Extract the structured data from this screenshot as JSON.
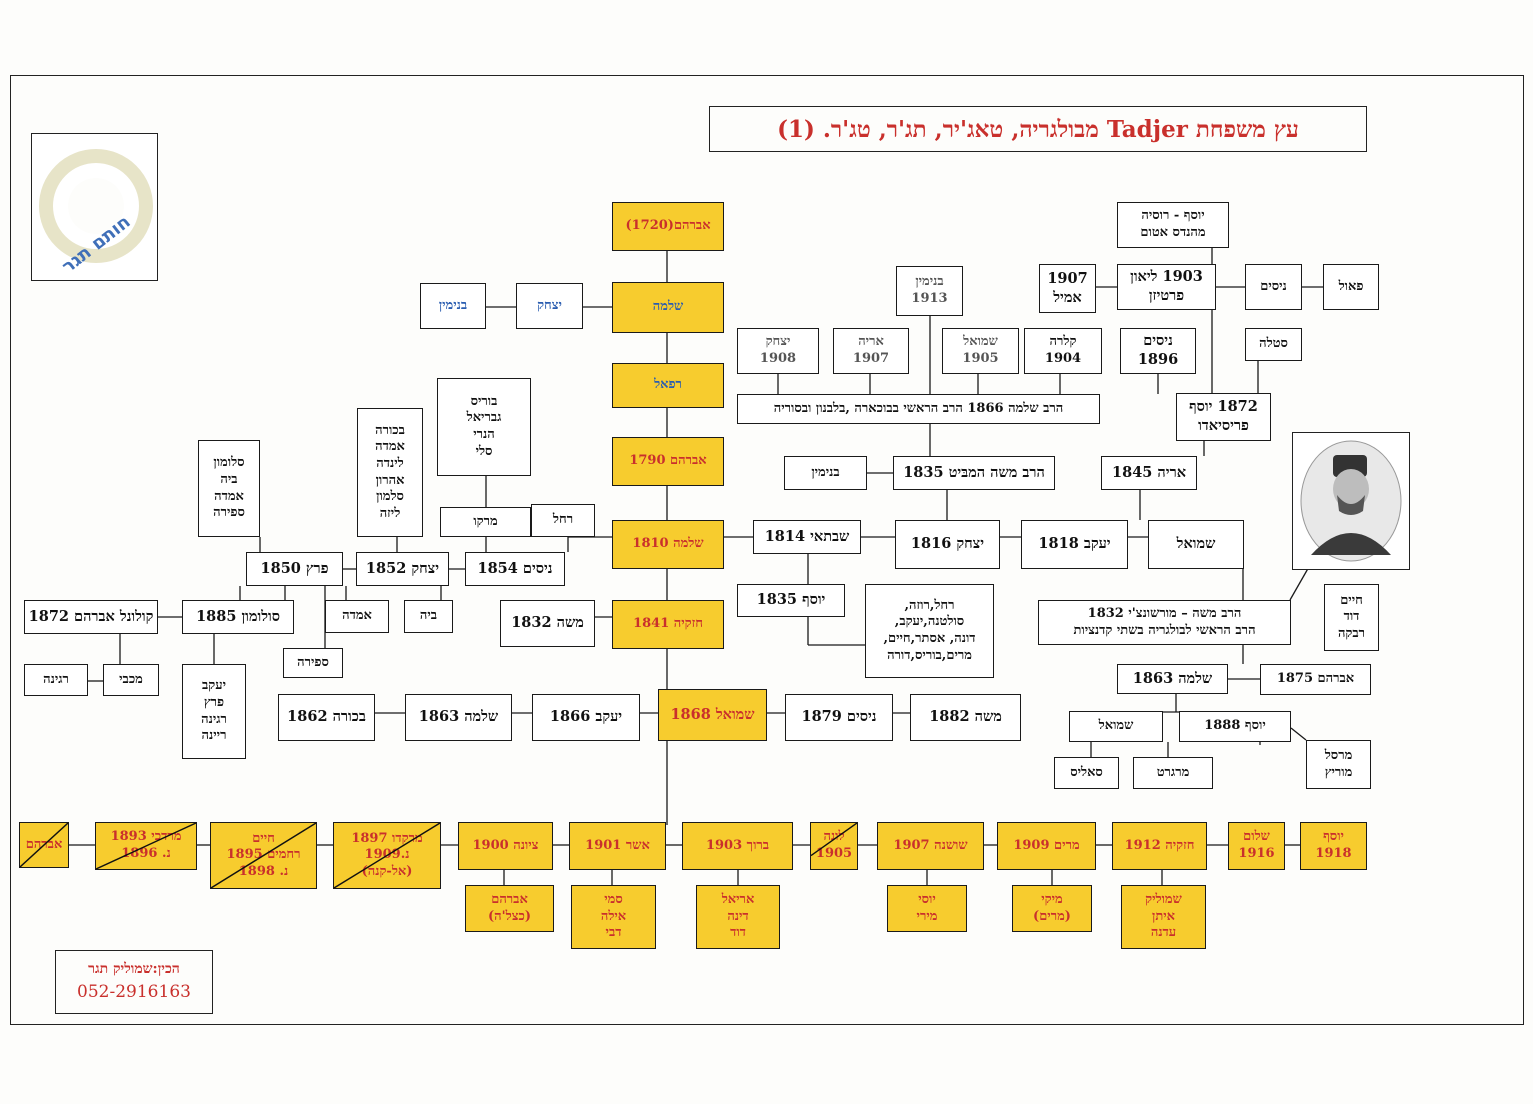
{
  "title": "עץ משפחת Tadjer מבולגריה, טאג'יר, תג'ר, טג'ר. (1)",
  "stamp_text": "חותם תגר",
  "credit": {
    "label": "הכין:שמוליק תגר",
    "phone": "052-2916163"
  },
  "nodes": {
    "avraham1720": [
      "אברהם(1720)"
    ],
    "shlomo_a": [
      "שלמה"
    ],
    "yitzhak_a": [
      "יצחק"
    ],
    "binyamin_a": [
      "בנימין"
    ],
    "refael": [
      "רפאל"
    ],
    "avraham1790": [
      "אברהם 1790"
    ],
    "shlomo1810": [
      "שלמה 1810"
    ],
    "hizkia1841": [
      "חזקיה 1841"
    ],
    "shmuel1868": [
      "שמואל 1868"
    ],
    "rahel": [
      "רחל"
    ],
    "marko": [
      "מרקו"
    ],
    "boris_list": [
      "בוריס",
      "גבריאל",
      "הנרי",
      "סלי"
    ],
    "bekhora_list": [
      "בכורה",
      "אמדה",
      "לינדה",
      "אהרון",
      "סלמון",
      "ליזה"
    ],
    "solomon_list": [
      "סלומון",
      "ביה",
      "אמדה",
      "ספירה"
    ],
    "nisim1854": [
      "ניסים 1854"
    ],
    "yitzhak1852": [
      "יצחק 1852"
    ],
    "peretz1850": [
      "פרץ 1850"
    ],
    "bia": [
      "ביה"
    ],
    "amada": [
      "אמדה"
    ],
    "sapira": [
      "ספירה"
    ],
    "solomon1885": [
      "סולומון 1885"
    ],
    "colonel1872": [
      "קולונל אברהם 1872"
    ],
    "makabi": [
      "מכבי"
    ],
    "regina": [
      "רגינה"
    ],
    "yaakov_list": [
      "יעקב",
      "פרץ",
      "רגינה",
      "ריינה"
    ],
    "moshe1832": [
      "משה 1832"
    ],
    "shabtai1814": [
      "שבתאי 1814"
    ],
    "yosef1835": [
      "יוסף 1835"
    ],
    "rahel_list": [
      "רחל,רוזה,",
      "סולטנה,יעקב,",
      "דונה, אסתר,חיים,",
      "מרים,בוריס,דורה"
    ],
    "yitzhak1816": [
      "יצחק 1816"
    ],
    "yaakov1818": [
      "יעקב 1818"
    ],
    "shmuel_r": [
      "שמואל"
    ],
    "rav_moshe1835": [
      "הרב משה המבּיט 1835"
    ],
    "binyamin_r": [
      "בנימין"
    ],
    "arye1845": [
      "אריה 1845"
    ],
    "rav_shlomo1866": [
      "הרב שלמה 1866 הרב הראשי בבוכארה ,בלבנון ובסוריה"
    ],
    "yitzhak1908": [
      "יצחק",
      "1908"
    ],
    "arye1907": [
      "אריה",
      "1907"
    ],
    "shmuel1905": [
      "שמואל",
      "1905"
    ],
    "klara1904": [
      "קלרה",
      "1904"
    ],
    "nisim1896": [
      "ניסים",
      "1896"
    ],
    "binyamin1913": [
      "בנימין",
      "1913"
    ],
    "yosef1872": [
      "1872 יוסף",
      "פריסיאדו"
    ],
    "stella": [
      "סטלה"
    ],
    "emil1907": [
      "1907",
      "אמיל"
    ],
    "leon1903": [
      "1903 ליאון",
      "פרטיזן"
    ],
    "nisim_r": [
      "ניסים"
    ],
    "paul": [
      "פאול"
    ],
    "yosef_russia": [
      "יוסף - רוסיה",
      "מהנדס אטום"
    ],
    "rav_moshe1832": [
      "הרב משה – מורשונצ'י 1832",
      "הרב הראשי לבולגריה בשתי קדנציות"
    ],
    "haim_list": [
      "חיים",
      "דוד",
      "רבקה"
    ],
    "avraham1875": [
      "אברהם 1875"
    ],
    "shlomo1863_r": [
      "שלמה 1863"
    ],
    "shmuel_b": [
      "שמואל"
    ],
    "yosef1888": [
      "יוסף 1888"
    ],
    "salis": [
      "סאליס"
    ],
    "margret": [
      "מרגרט"
    ],
    "marcel": [
      "מרסל",
      "מוריץ"
    ],
    "bekhora1862": [
      "בכורה 1862"
    ],
    "shlomo1863": [
      "שלמה 1863"
    ],
    "yaakov1866": [
      "יעקב 1866"
    ],
    "nisim1879": [
      "ניסים 1879"
    ],
    "moshe1882": [
      "משה 1882"
    ],
    "c_avraham": [
      "אברהם"
    ],
    "c_mordechai": [
      "מרדכי 1893",
      "נ. 1896"
    ],
    "c_haim": [
      "חיים",
      "רחמים 1895",
      "נ. 1898"
    ],
    "c_markado": [
      "מרקדו 1897",
      "נ.1909",
      "(אל-קנה)"
    ],
    "c_tziona": [
      "ציונה 1900"
    ],
    "c_asher": [
      "אשר 1901"
    ],
    "c_baruch": [
      "ברוך 1903"
    ],
    "c_luna": [
      "לונה",
      "1905"
    ],
    "c_shoshana": [
      "שושנה 1907"
    ],
    "c_miriam": [
      "מרים 1909"
    ],
    "c_hizkia": [
      "חזקיה 1912"
    ],
    "c_shalom": [
      "שלום",
      "1916"
    ],
    "c_yosef": [
      "יוסף",
      "1918"
    ],
    "g_avraham": [
      "אברהם",
      "(כצל'ה)"
    ],
    "g_sami": [
      "סמי",
      "אילה",
      "דבי"
    ],
    "g_ariel": [
      "אריאל",
      "דינה",
      "דוד"
    ],
    "g_yossi": [
      "יוסי",
      "מירי"
    ],
    "g_miki": [
      "מיקי",
      "(מרים)"
    ],
    "g_shmulik": [
      "שמוליק",
      "איתן",
      "עדנה"
    ]
  }
}
